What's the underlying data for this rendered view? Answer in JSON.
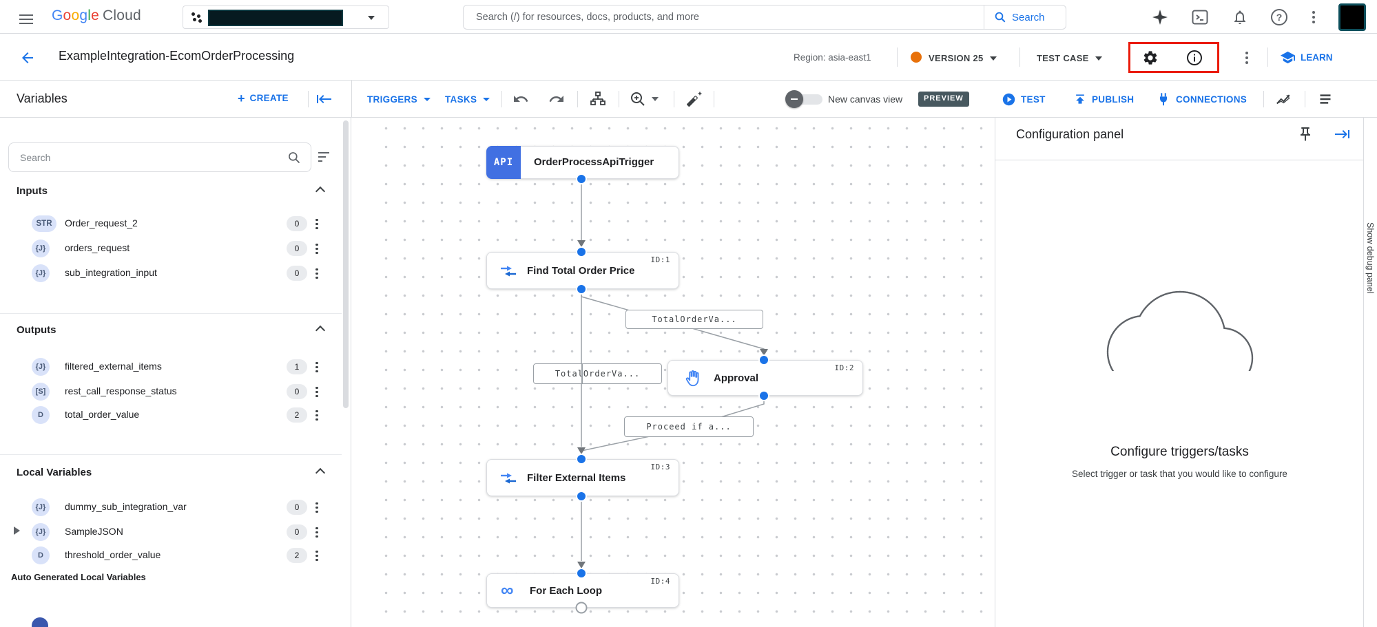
{
  "topbar": {
    "logo_letters": [
      "G",
      "o",
      "o",
      "g",
      "l",
      "e"
    ],
    "logo_cloud": "Cloud",
    "search_placeholder": "Search (/) for resources, docs, products, and more",
    "search_button": "Search",
    "help_glyph": "?"
  },
  "title_bar": {
    "title": "ExampleIntegration-EcomOrderProcessing",
    "region": "Region: asia-east1",
    "version": "VERSION 25",
    "test_case": "TEST CASE",
    "learn": "LEARN"
  },
  "toolbar": {
    "variables_title": "Variables",
    "create_plus": "+",
    "create": "CREATE",
    "triggers": "TRIGGERS",
    "tasks": "TASKS",
    "canvas_toggle_label": "New canvas view",
    "preview_badge": "PREVIEW",
    "test": "TEST",
    "publish": "PUBLISH",
    "connections": "CONNECTIONS"
  },
  "variables_panel": {
    "search_placeholder": "Search",
    "sections": [
      {
        "title": "Inputs",
        "items": [
          {
            "badge": "STR",
            "name": "Order_request_2",
            "count": 0
          },
          {
            "badge": "{J}",
            "name": "orders_request",
            "count": 0
          },
          {
            "badge": "{J}",
            "name": "sub_integration_input",
            "count": 0
          }
        ]
      },
      {
        "title": "Outputs",
        "items": [
          {
            "badge": "{J}",
            "name": "filtered_external_items",
            "count": 1
          },
          {
            "badge": "[S]",
            "name": "rest_call_response_status",
            "count": 0
          },
          {
            "badge": "D",
            "name": "total_order_value",
            "count": 2
          }
        ]
      },
      {
        "title": "Local Variables",
        "items": [
          {
            "badge": "{J}",
            "name": "dummy_sub_integration_var",
            "count": 0
          },
          {
            "badge": "{J}",
            "name": "SampleJSON",
            "count": 0
          },
          {
            "badge": "D",
            "name": "threshold_order_value",
            "count": 2
          }
        ]
      }
    ],
    "footer": "Auto Generated Local Variables"
  },
  "canvas": {
    "trigger": {
      "badge": "API",
      "label": "OrderProcessApiTrigger"
    },
    "nodes": [
      {
        "id": "ID:1",
        "label": "Find Total Order Price"
      },
      {
        "id": "ID:2",
        "label": "Approval"
      },
      {
        "id": "ID:3",
        "label": "Filter External Items"
      },
      {
        "id": "ID:4",
        "label": "For Each Loop"
      }
    ],
    "edge_labels": [
      "TotalOrderVa...",
      "TotalOrderVa...",
      "Proceed if a..."
    ],
    "loop_icon_glyph": "∞"
  },
  "config_panel": {
    "title": "Configuration panel",
    "heading": "Configure triggers/tasks",
    "subheading": "Select trigger or task that you would like to configure"
  },
  "debug_strip": {
    "label": "Show debug panel"
  },
  "colors": {
    "accent_blue": "#1a73e8",
    "node_icon_blue": "#4285f4",
    "api_block_blue": "#4170e2",
    "version_dot_orange": "#e8710a",
    "preview_badge_bg": "#47585f",
    "highlight_red": "#ea1b0a",
    "border_grey": "#dadce0",
    "edge_grey": "#9aa0a6"
  }
}
